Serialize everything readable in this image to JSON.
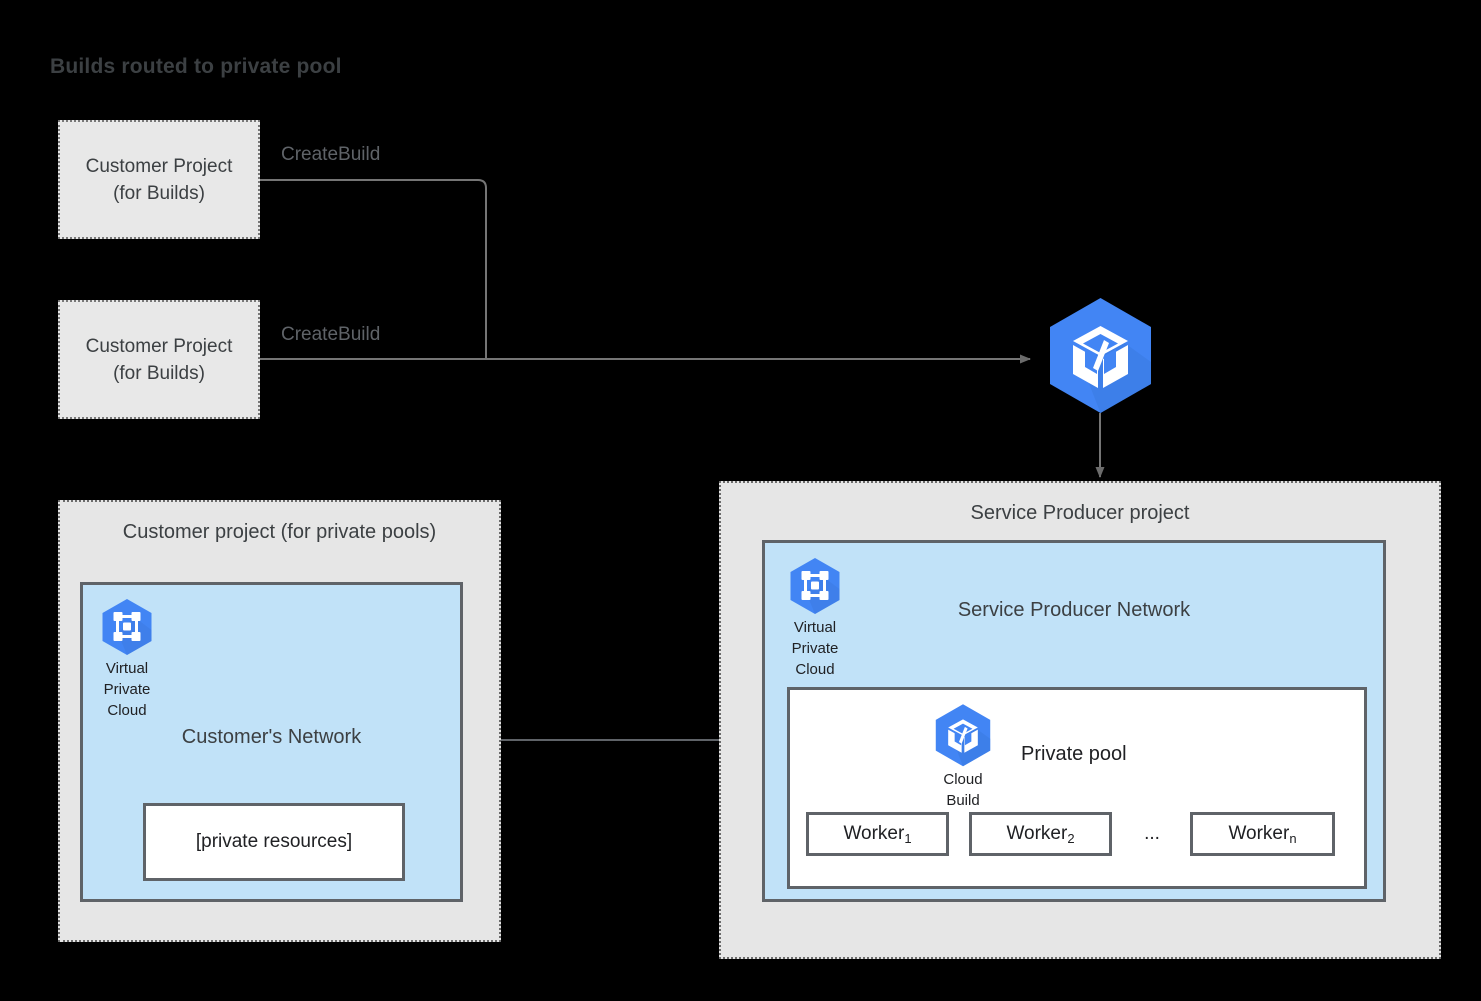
{
  "title": "Builds routed to private pool",
  "colors": {
    "background": "#000000",
    "panel_fill": "#e6e6e6",
    "panel_border": "#6b6b6b",
    "network_fill": "#c1e2f8",
    "network_border": "#5f6368",
    "build_box_fill": "#e8e8e8",
    "text": "#3c4043",
    "gcp_blue": "#4285f4",
    "gcp_blue_dark": "#3c78d8",
    "connector": "#707070",
    "white": "#ffffff"
  },
  "build_projects": [
    {
      "line1": "Customer Project",
      "line2": "(for Builds)",
      "edge_label": "CreateBuild"
    },
    {
      "line1": "Customer Project",
      "line2": "(for Builds)",
      "edge_label": "CreateBuild"
    }
  ],
  "cloud_build_service": {
    "icon": "cloud-build-icon"
  },
  "customer_project_panel": {
    "title": "Customer project (for private pools)",
    "network": {
      "title": "Customer's Network",
      "vpc_icon": "virtual-private-cloud-icon",
      "vpc_caption": "Virtual\nPrivate\nCloud",
      "resources_box": "[private resources]"
    }
  },
  "service_producer_panel": {
    "title": "Service Producer project",
    "network": {
      "title": "Service Producer Network",
      "vpc_icon": "virtual-private-cloud-icon",
      "vpc_caption": "Virtual\nPrivate\nCloud"
    },
    "private_pool": {
      "title": "Private pool",
      "cloud_build_icon": "cloud-build-icon",
      "cloud_build_caption": "Cloud\nBuild",
      "workers": [
        {
          "label": "Worker",
          "subscript": "1"
        },
        {
          "label": "Worker",
          "subscript": "2"
        },
        {
          "label": "Worker",
          "subscript": "n"
        }
      ],
      "ellipsis": "..."
    }
  },
  "connectors": {
    "peering_label": "",
    "to_service_producer": "",
    "create_build_to_service": ""
  }
}
